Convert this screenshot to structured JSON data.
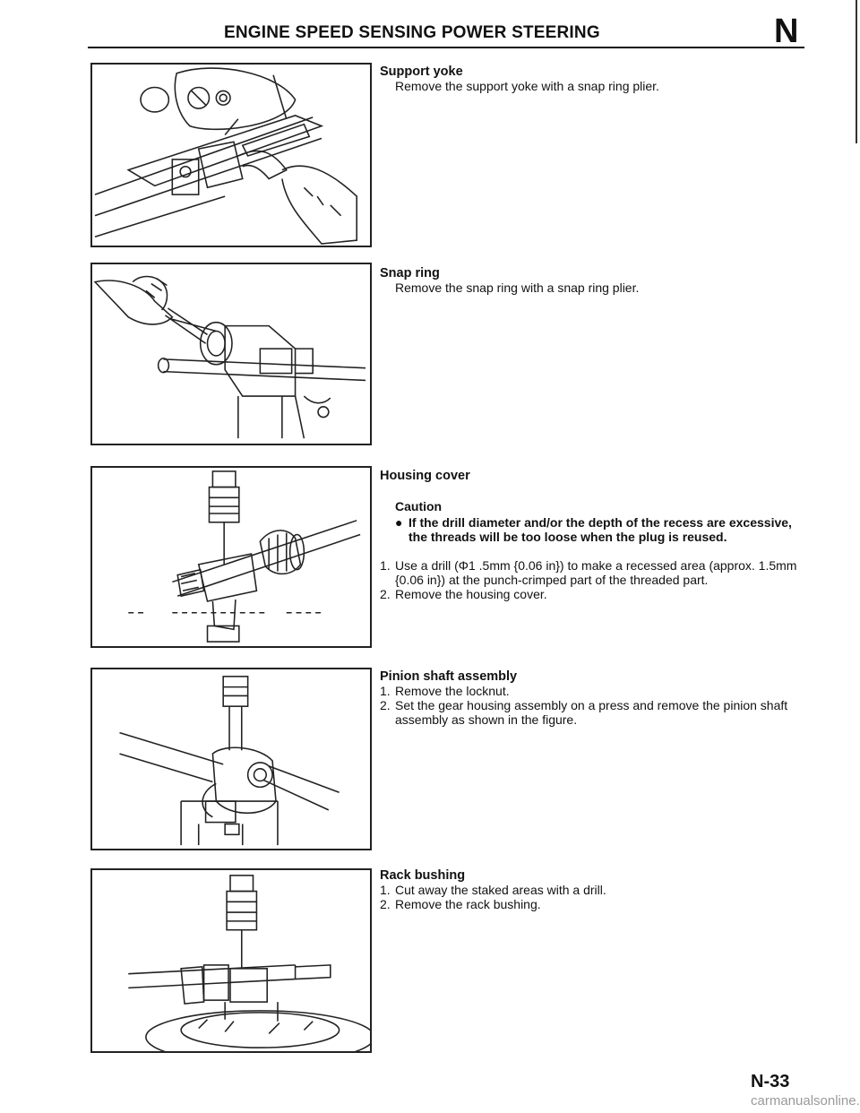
{
  "header": {
    "title": "ENGINE SPEED SENSING POWER STEERING",
    "section_letter": "N"
  },
  "sections": {
    "support_yoke": {
      "title": "Support yoke",
      "line": "Remove the support yoke with a snap ring plier."
    },
    "snap_ring": {
      "title": "Snap ring",
      "line": "Remove the snap ring with a snap ring plier."
    },
    "housing_cover": {
      "title": "Housing cover",
      "caution_title": "Caution",
      "caution_item": "If the drill diameter and/or the depth of the recess are excessive, the threads will be too loose when the plug is reused.",
      "step1_num": "1.",
      "step1": "Use a drill (Φ1 .5mm {0.06 in}) to make a recessed area (approx. 1.5mm {0.06 in}) at the punch-crimped part of the threaded part.",
      "step2_num": "2.",
      "step2": "Remove the housing cover."
    },
    "pinion_shaft": {
      "title": "Pinion shaft assembly",
      "step1_num": "1.",
      "step1": "Remove the locknut.",
      "step2_num": "2.",
      "step2": "Set the gear housing assembly on a press and remove the pinion shaft assembly as shown in the figure."
    },
    "rack_bushing": {
      "title": "Rack bushing",
      "step1_num": "1.",
      "step1": "Cut away the staked areas with a drill.",
      "step2_num": "2.",
      "step2": "Remove the rack bushing."
    }
  },
  "footer": {
    "page_number": "N-33",
    "watermark": "carmanualsonline.info"
  }
}
